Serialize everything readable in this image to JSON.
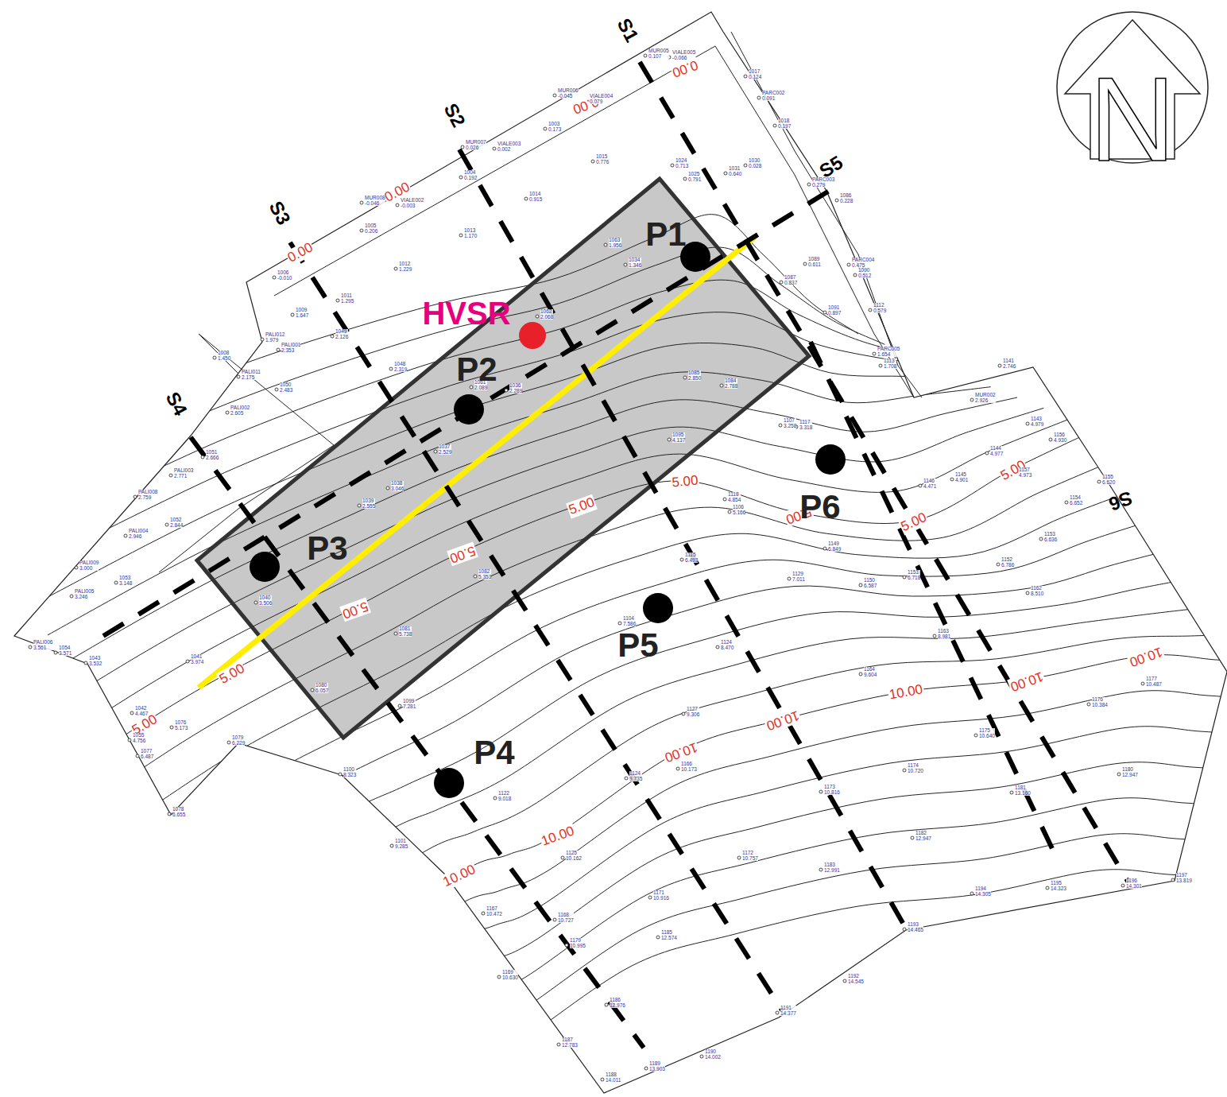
{
  "diagram": {
    "nodes": [
      {
        "text": [
          "P1"
        ]
      },
      {
        "text": [
          "HVSR"
        ]
      },
      {
        "text": [
          "P2"
        ]
      },
      {
        "text": [
          "P6"
        ]
      },
      {
        "text": [
          "P3"
        ]
      },
      {
        "text": [
          "P5"
        ]
      },
      {
        "text": [
          "P4"
        ]
      }
    ],
    "labels": [
      "S1",
      "S2",
      "S3",
      "S4",
      "S5",
      "S6",
      "N",
      "0.00",
      "0.00",
      "0.00",
      "0.00",
      "5.00",
      "5.00",
      "5.00",
      "5.00",
      "5.00",
      "5.00",
      "5.00",
      "5.00",
      "5.00",
      "10.00",
      "10.00",
      "10.00",
      "10.00",
      "10.00",
      "10.00",
      "10.00",
      "MUR005 0.107",
      "VIALE005 -0.066",
      "1017 0.124",
      "PARC002 0.091",
      "1018 0.197",
      "MUR006 -0.045",
      "VIALE004 0.079",
      "1003 0.173",
      "MUR007 0.026",
      "VIALE003 0.002",
      "1015 0.776",
      "1004 0.192",
      "1014 0.915",
      "1024 0.713",
      "1025 0.791",
      "1030 0.028",
      "1031 0.640",
      "PARC003 0.279",
      "1086 0.228",
      "MUR008 -0.046",
      "VIALE002 -0.003",
      "1005 0.206",
      "1013 1.170",
      "1012 1.229",
      "1006 -0.010",
      "1011 1.295",
      "1009 1.647",
      "1008 1.450",
      "PALI012 1.979",
      "PALI001 2.353",
      "1063 1.956",
      "1034 1.346",
      "PARC004 0.475",
      "1090 0.512",
      "1089 0.611",
      "1087 0.837",
      "1112 0.579",
      "1091 0.897",
      "1062 2.068",
      "1049 2.126",
      "1048 2.319",
      "1050 2.483",
      "PALI011 2.175",
      "PALI002 2.605",
      "1061 2.089",
      "1036 2.289",
      "1085 2.850",
      "1084 2.788",
      "PARC005 1.654",
      "1113 1.708",
      "1051 2.666",
      "PALI003 2.771",
      "PALI008 2.759",
      "1052 2.844",
      "PALI004 2.946",
      "1037 2.529",
      "1038 3.046",
      "1039 2.555",
      "1095 4.137",
      "1107 3.258",
      "1117 3.318",
      "1118 4.854",
      "1106 5.166",
      "1141 2.746",
      "MUR002 2.926",
      "1143 4.979",
      "1156 4.930",
      "1144 4.977",
      "1157 4.973",
      "1145 4.901",
      "1146 4.471",
      "1155 6.620",
      "1154 6.652",
      "1153 6.636",
      "1152 6.786",
      "1151 6.718",
      "1150 6.587",
      "1149 6.849",
      "1162 8.510",
      "1129 7.011",
      "1115 6.493",
      "1053 3.148",
      "PALI009 3.000",
      "PALI005 3.246",
      "1040 3.506",
      "1081 5.738",
      "1082 5.353",
      "1104 7.586",
      "1163 8.981",
      "1124 8.470",
      "1164 9.604",
      "1177 10.487",
      "1176 10.384",
      "1041 3.974",
      "1043 3.532",
      "PALI006 3.561",
      "1054 3.571",
      "1080 6.057",
      "1099 7.281",
      "1042 4.467",
      "1076 5.173",
      "1055 4.756",
      "1077 6.487",
      "1079 6.229",
      "1127 9.306",
      "1175 10.640",
      "1100 8.323",
      "1122 9.018",
      "1166 10.173",
      "1124 9.735",
      "1174 10.720",
      "1180 12.947",
      "1173 10.816",
      "1181 13.160",
      "1078 6.655",
      "1101 9.285",
      "1125 10.162",
      "1172 10.757",
      "1182 12.947",
      "1183 12.991",
      "1171 10.916",
      "1194 14.305",
      "1195 14.323",
      "1196 14.301",
      "1197 13.819",
      "1168 10.727",
      "1167 10.472",
      "1185 12.574",
      "1193 14.465",
      "1179 10.995",
      "1169 10.630",
      "1192 14.545",
      "1186 12.976",
      "1191 14.377",
      "1187 12.783",
      "1190 14.002",
      "1189 13.903",
      "1188 14.011"
    ]
  }
}
